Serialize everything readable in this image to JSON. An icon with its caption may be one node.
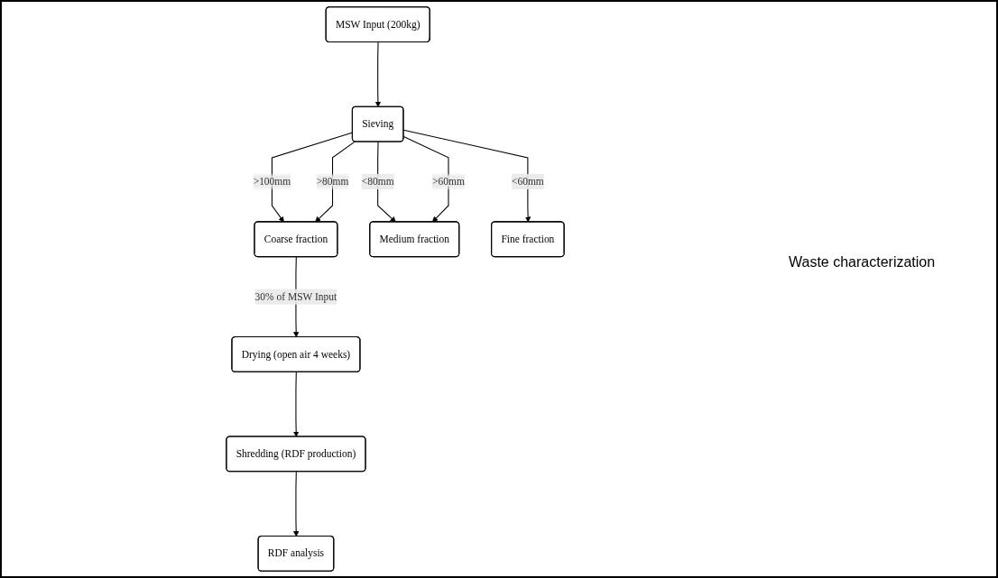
{
  "diagram": {
    "nodes": [
      {
        "text": [
          "MSW Input (200kg)"
        ]
      },
      {
        "text": [
          "Sieving"
        ]
      },
      {
        "text": [
          "Coarse fraction"
        ]
      },
      {
        "text": [
          "Medium fraction"
        ]
      },
      {
        "text": [
          "Fine fraction"
        ]
      },
      {
        "text": [
          "Drying (open air 4 weeks)"
        ]
      },
      {
        "text": [
          "Shredding (RDF production)"
        ]
      },
      {
        "text": [
          "RDF analysis"
        ]
      }
    ],
    "edges": [
      {
        "from": 0,
        "to": 1,
        "arrow": "to"
      },
      {
        "from": 1,
        "to": 2,
        "arrow": "to",
        "label": ">100mm"
      },
      {
        "from": 1,
        "to": 2,
        "arrow": "to",
        "label": ">80mm"
      },
      {
        "from": 1,
        "to": 3,
        "arrow": "to",
        "label": "<80mm"
      },
      {
        "from": 1,
        "to": 3,
        "arrow": "to",
        "label": ">60mm"
      },
      {
        "from": 1,
        "to": 4,
        "arrow": "to",
        "label": "<60mm"
      },
      {
        "from": 2,
        "to": 5,
        "arrow": "to",
        "label": "30% of MSW Input"
      },
      {
        "from": 5,
        "to": 6,
        "arrow": "to"
      },
      {
        "from": 6,
        "to": 7,
        "arrow": "to"
      }
    ],
    "labels": [
      "Waste characterization"
    ]
  }
}
